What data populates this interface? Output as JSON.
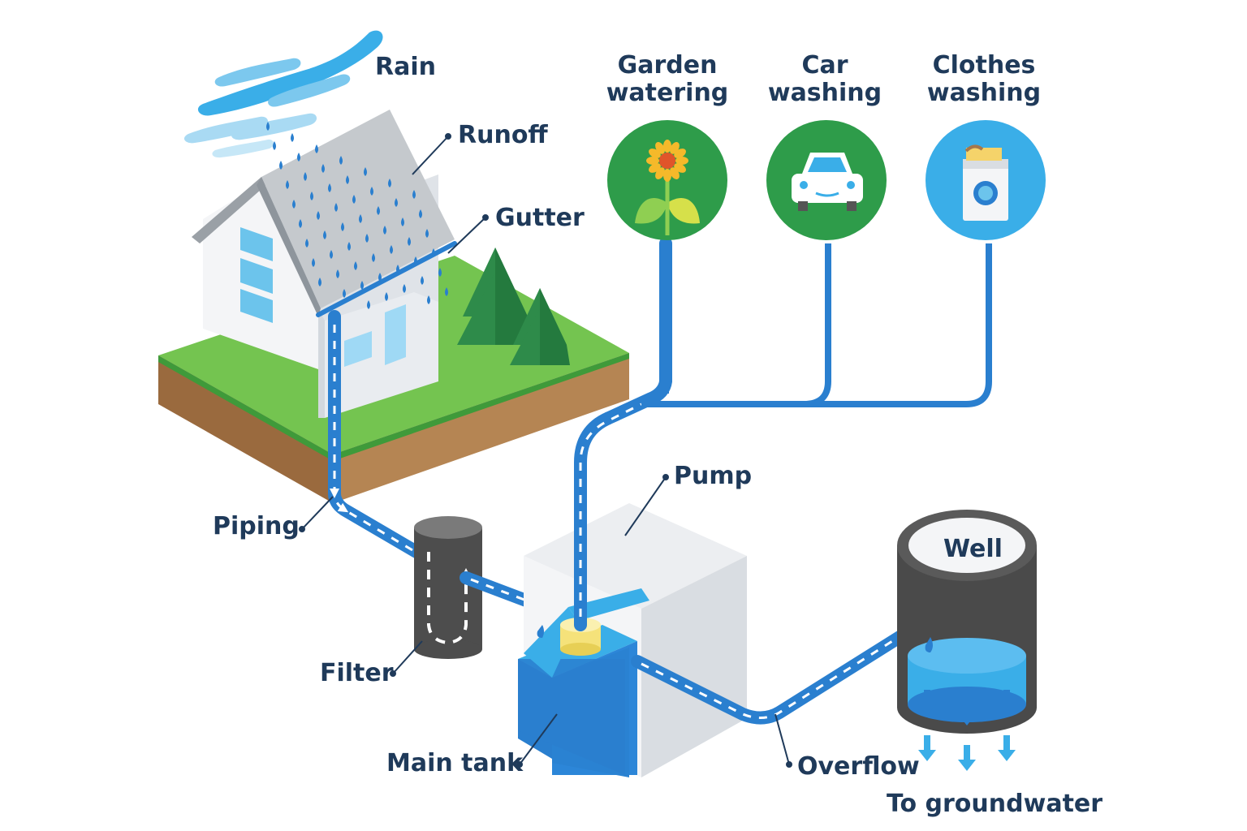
{
  "labels": {
    "rain": "Rain",
    "runoff": "Runoff",
    "gutter": "Gutter",
    "piping": "Piping",
    "filter": "Filter",
    "main_tank": "Main tank",
    "pump": "Pump",
    "overflow": "Overflow",
    "well": "Well",
    "to_groundwater": "To groundwater",
    "garden_watering": "Garden\nwatering",
    "car_washing": "Car\nwashing",
    "clothes_washing": "Clothes\nwashing"
  },
  "colors": {
    "pipe_blue": "#2a7fcf",
    "water_light": "#3aaee8",
    "grass": "#6cc04a",
    "soil": "#a5774a",
    "tree": "#2e8b4a",
    "roof": "#b9bec3",
    "wall": "#f3f4f6",
    "filter_dark": "#4d4d4d",
    "pump_yellow": "#f5e27a",
    "use_circle_green": "#2e9c4a",
    "use_circle_blue": "#3aaee8",
    "label_text": "#1f3a5a"
  },
  "icons": {
    "garden": "sunflower-icon",
    "car": "car-icon",
    "clothes": "washing-machine-icon"
  }
}
